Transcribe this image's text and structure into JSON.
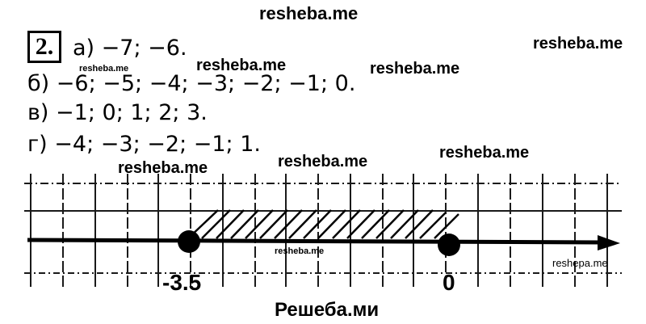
{
  "watermarks": {
    "top": "resheba.me",
    "right_top": "resheba.me",
    "line_a_small": "resheba.me",
    "line_a_mid": "resheba.me",
    "line_a_right": "resheba.me",
    "graph_left": "resheba.me",
    "graph_mid": "resheba.me",
    "graph_right": "resheba.me",
    "graph_center_small": "resheba.me",
    "graph_right_small": "reshepa.me"
  },
  "task": {
    "number": "2.",
    "lines": [
      "а) −7;  −6.",
      "б) −6;  −5;  −4;  −3;  −2;  −1; 0.",
      "в) −1; 0; 1; 2; 3.",
      "г) −4;  −3;  −2;  −1; 1."
    ]
  },
  "number_line": {
    "left_point_label": "-3.5",
    "right_point_label": "0",
    "left_point_value": -3.5,
    "right_point_value": 0,
    "hatched_interval": [
      -3.5,
      0
    ]
  },
  "footer": {
    "title": "Решеба.ми"
  }
}
